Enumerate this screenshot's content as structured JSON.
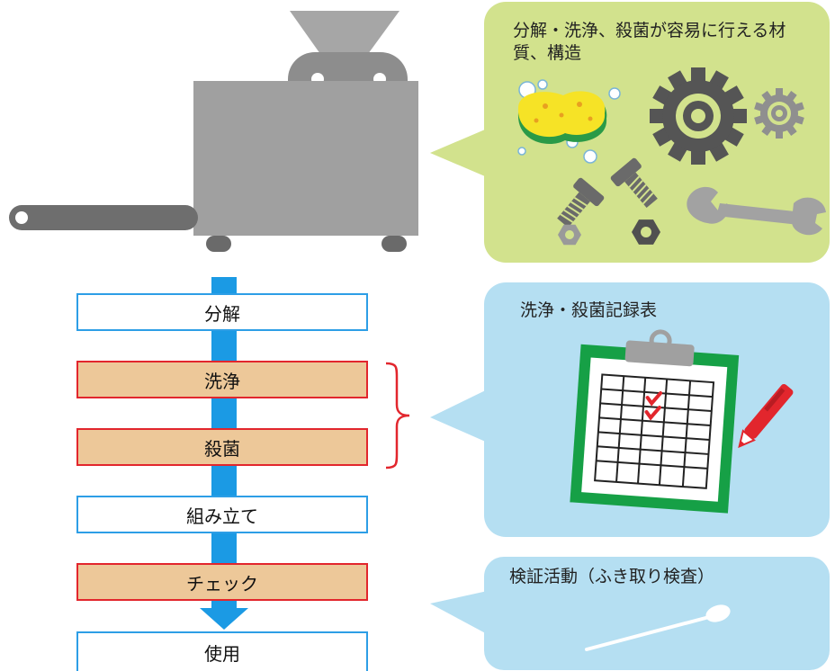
{
  "callouts": {
    "design": "分解・洗浄、殺菌が容易に行える材質、構造",
    "record": "洗浄・殺菌記録表",
    "verify": "検証活動（ふき取り検査）"
  },
  "process": {
    "steps": [
      {
        "label": "分解",
        "style": "plain"
      },
      {
        "label": "洗浄",
        "style": "key"
      },
      {
        "label": "殺菌",
        "style": "key"
      },
      {
        "label": "組み立て",
        "style": "plain"
      },
      {
        "label": "チェック",
        "style": "key"
      },
      {
        "label": "使用",
        "style": "plain"
      }
    ]
  },
  "colors": {
    "flow_arrow": "#1b9ae4",
    "key_step_fill": "#edc899",
    "key_step_border": "#e2262d",
    "plain_step_border": "#2d9ee6",
    "green_callout": "#d2e28d",
    "blue_callout": "#b5dff2",
    "clipboard_green": "#16a046",
    "machine_gray": "#a0a0a0",
    "pen_red": "#e2262d"
  }
}
